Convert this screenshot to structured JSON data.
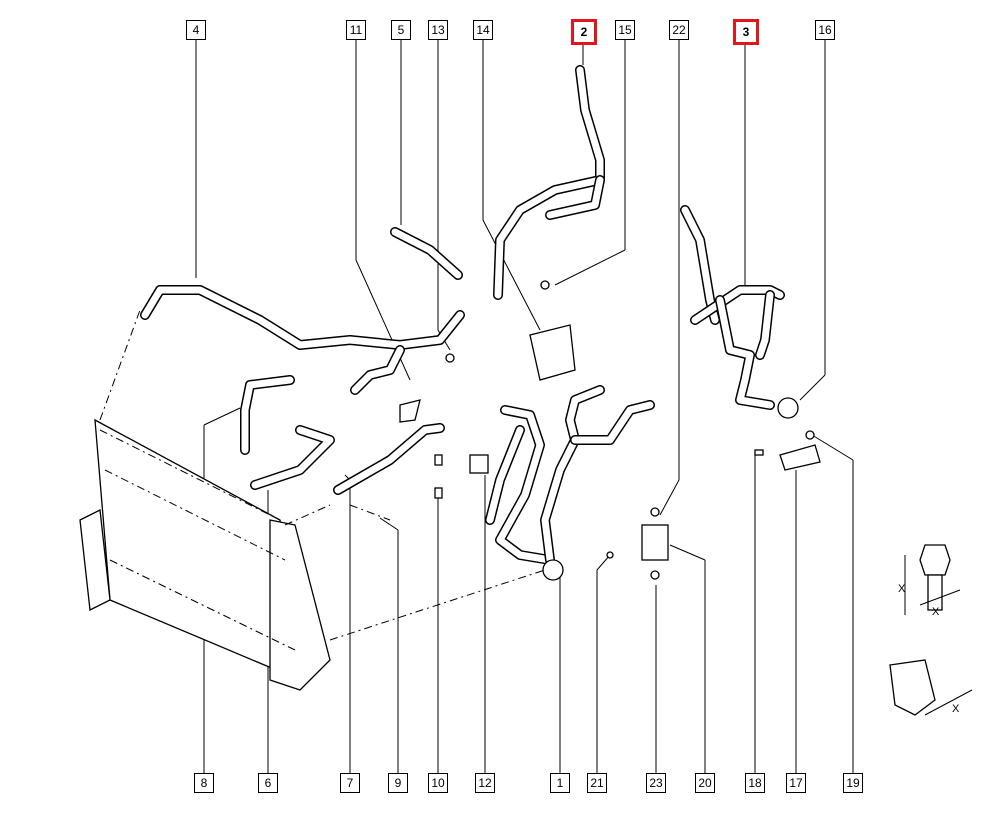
{
  "diagram": {
    "highlight_color": "#e0161b",
    "top_labels": [
      {
        "num": "4",
        "highlighted": false
      },
      {
        "num": "11",
        "highlighted": false
      },
      {
        "num": "5",
        "highlighted": false
      },
      {
        "num": "13",
        "highlighted": false
      },
      {
        "num": "14",
        "highlighted": false
      },
      {
        "num": "2",
        "highlighted": true
      },
      {
        "num": "15",
        "highlighted": false
      },
      {
        "num": "22",
        "highlighted": false
      },
      {
        "num": "3",
        "highlighted": true
      },
      {
        "num": "16",
        "highlighted": false
      }
    ],
    "bottom_labels": [
      {
        "num": "8"
      },
      {
        "num": "6"
      },
      {
        "num": "7"
      },
      {
        "num": "9"
      },
      {
        "num": "10"
      },
      {
        "num": "12"
      },
      {
        "num": "1"
      },
      {
        "num": "21"
      },
      {
        "num": "23"
      },
      {
        "num": "20"
      },
      {
        "num": "18"
      },
      {
        "num": "17"
      },
      {
        "num": "19"
      }
    ],
    "inset_marks": {
      "dimension_x": "X"
    }
  }
}
